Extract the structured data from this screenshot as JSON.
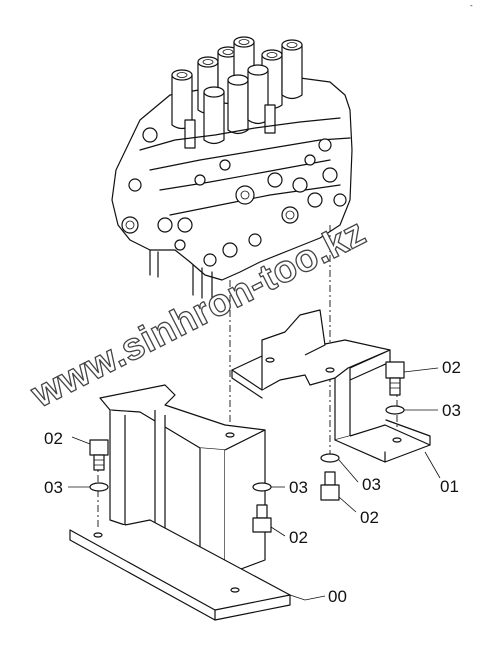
{
  "watermark": "www.sinhron-too.kz",
  "callouts": {
    "c00": "00",
    "c01": "01",
    "c02_right": "02",
    "c03_right": "03",
    "c02_left": "02",
    "c03_left": "03",
    "c03_midleft": "03",
    "c02_midleft": "02",
    "c03_center": "03",
    "c02_center": "02"
  },
  "corner_mark": "-"
}
